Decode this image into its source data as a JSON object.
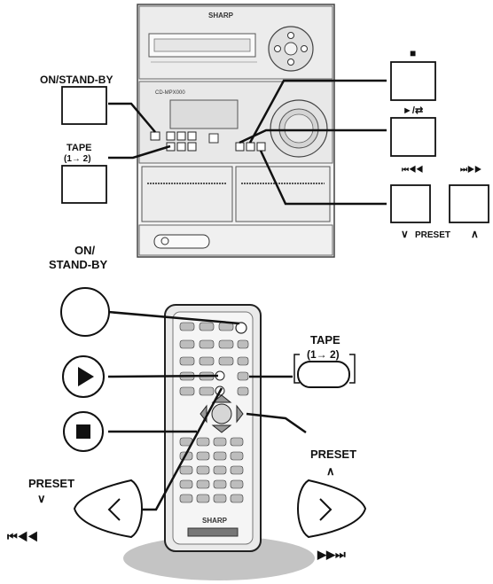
{
  "stereo": {
    "brand": "SHARP",
    "model_text": "CD-MPX000"
  },
  "labels": {
    "on_standby_top": "ON/STAND-BY",
    "tape_top_1": "TAPE",
    "tape_top_2": "(1→ 2)",
    "stop_symbol": "■",
    "play_symbol": "►/⇄",
    "rew_symbol": "⏮◀◀",
    "ff_symbol": "⏭▶▶",
    "preset_caption": "PRESET",
    "down_chevron": "∨",
    "up_chevron": "∧",
    "on_standby_remote_1": "ON/",
    "on_standby_remote_2": "STAND-BY",
    "tape_remote_1": "TAPE",
    "tape_remote_2": "(1→ 2)",
    "preset_right": "PRESET",
    "preset_left": "PRESET",
    "rew_bottom": "⏮◀◀",
    "ff_bottom": "▶▶⏭"
  },
  "remote": {
    "brand": "SHARP"
  }
}
